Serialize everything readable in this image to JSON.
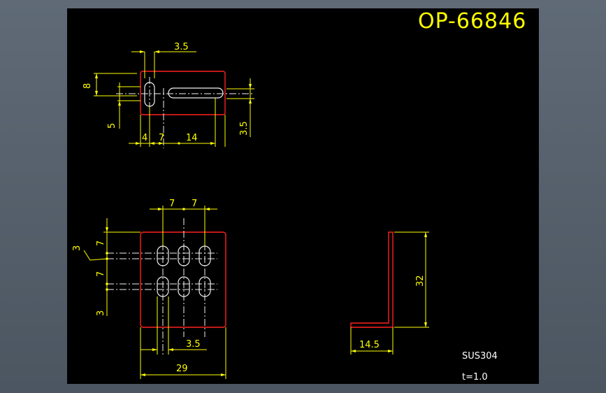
{
  "drawing": {
    "part_number": "OP-66846",
    "material": "SUS304",
    "thickness": "t=1.0",
    "colors": {
      "background": "#000000",
      "outline": "#ff2020",
      "holes": "#f0f0f0",
      "dimensions": "#ffff00",
      "notes": "#ffffff"
    }
  },
  "top_view": {
    "dim_slot_width": "3.5",
    "dim_height": "8",
    "dim_hole_offset": "5",
    "dim_slot_height_right": "3.5",
    "dim_edge": "4",
    "dim_pitch": "7",
    "dim_slot_length": "14"
  },
  "front_view": {
    "dim_pitch_left": "7",
    "dim_pitch_right": "7",
    "dim_top_margin": "3",
    "dim_row_pitch_top": "7",
    "dim_row_pitch_mid": "7",
    "dim_bottom_margin": "3",
    "dim_slot_width": "3.5",
    "dim_total_width": "29"
  },
  "side_view": {
    "dim_height": "32",
    "dim_flange": "14.5"
  }
}
